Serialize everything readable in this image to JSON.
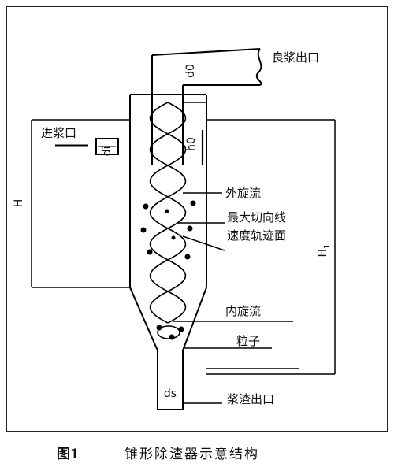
{
  "figure": {
    "labels": {
      "good_pulp_outlet": "良浆出口",
      "pulp_inlet": "进浆口",
      "outer_vortex": "外旋流",
      "max_tangential_velocity_line1": "最大切向线",
      "max_tangential_velocity_line2": "速度轨迹面",
      "inner_vortex": "内旋流",
      "particle": "粒子",
      "slag_outlet": "浆渣出口"
    },
    "symbols": {
      "height_H": "H",
      "height_H1": "H",
      "height_H1_sub": "1",
      "d0": "d0",
      "h0": "h0",
      "di": "di",
      "ds": "ds"
    },
    "caption": {
      "number": "图1",
      "title": "锥形除渣器示意结构"
    }
  }
}
